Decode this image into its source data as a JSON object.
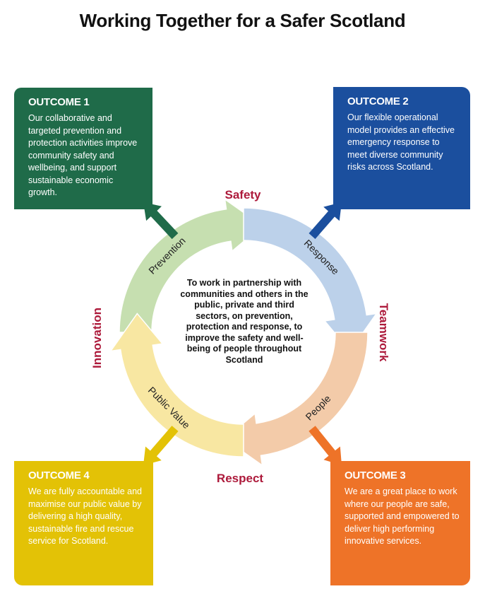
{
  "title": "Working Together for a Safer Scotland",
  "outcomes": [
    {
      "heading": "OUTCOME 1",
      "text": "Our collaborative and targeted prevention and protection activities improve community safety and wellbeing, and support sustainable economic growth.",
      "color": "#1f6b49"
    },
    {
      "heading": "OUTCOME 2",
      "text": "Our flexible operational model provides an effective emergency response to meet diverse community risks across Scotland.",
      "color": "#1b4f9e"
    },
    {
      "heading": "OUTCOME 3",
      "text": "We are a great place to work where our people are safe, supported and empowered to deliver high performing innovative services.",
      "color": "#ee7328"
    },
    {
      "heading": "OUTCOME 4",
      "text": "We are fully accountable and maximise our public value by delivering a high quality, sustainable fire and rescue service for Scotland.",
      "color": "#e3c206"
    }
  ],
  "values": {
    "top": "Safety",
    "right": "Teamwork",
    "bottom": "Respect",
    "left": "Innovation"
  },
  "cycle": [
    {
      "label": "Prevention",
      "color": "#c6dfb0"
    },
    {
      "label": "Response",
      "color": "#bcd1ea"
    },
    {
      "label": "People",
      "color": "#f3cba9"
    },
    {
      "label": "Public Value",
      "color": "#f8e7a2"
    }
  ],
  "mission": "To work in partnership with communities and others in the public, private and third sectors, on prevention, protection and response, to improve the safety and well-being of people throughout Scotland"
}
